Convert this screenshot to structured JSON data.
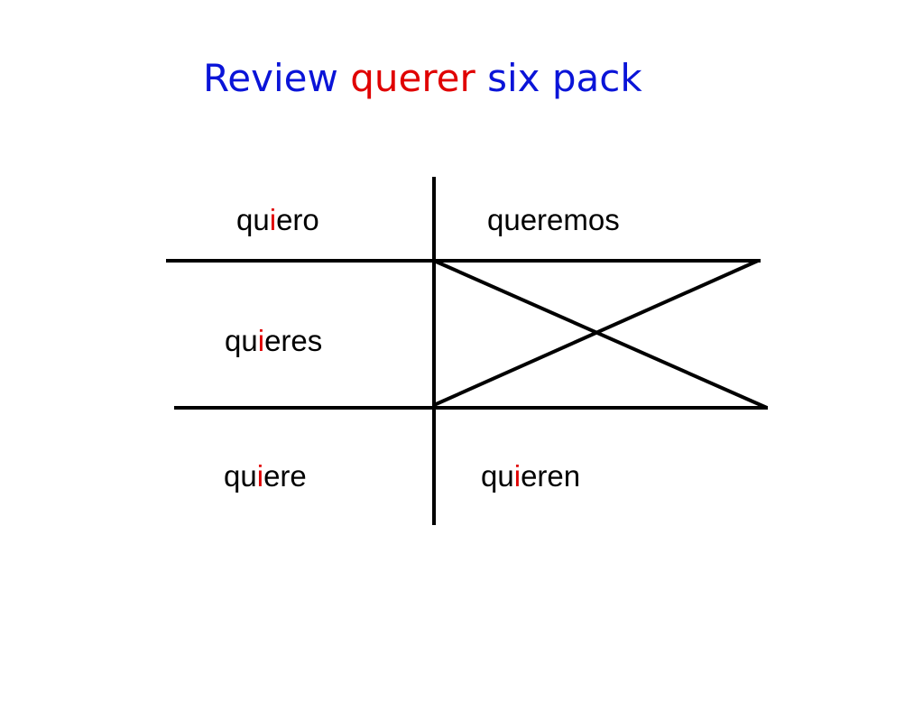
{
  "title": {
    "part1": "Review ",
    "verb": "querer",
    "part2": " six pack"
  },
  "colors": {
    "title": "#0a14d8",
    "verb": "#e00000",
    "stem_change": "#e00000",
    "text": "#000000",
    "lines": "#000000"
  },
  "conjugations": {
    "yo": {
      "pre": "qu",
      "hl": "i",
      "post": "ero"
    },
    "tu": {
      "pre": "qu",
      "hl": "i",
      "post": "eres"
    },
    "el": {
      "pre": "qu",
      "hl": "i",
      "post": "ere"
    },
    "nosotros": {
      "pre": "queremos",
      "hl": "",
      "post": ""
    },
    "vosotros": {
      "crossed_out": true
    },
    "ellos": {
      "pre": "qu",
      "hl": "i",
      "post": "eren"
    }
  }
}
